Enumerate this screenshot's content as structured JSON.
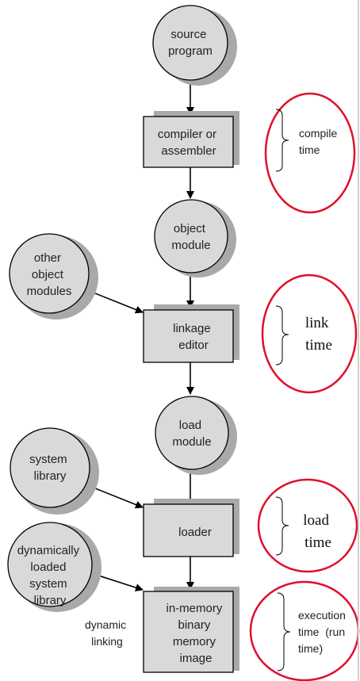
{
  "colors": {
    "node_fill": "#d9d9d9",
    "node_shadow": "#a9a9a9",
    "stroke": "#000000",
    "highlight": "#e0102a"
  },
  "nodes": {
    "source_program": [
      "source",
      "program"
    ],
    "compiler": [
      "compiler or",
      "assembler"
    ],
    "object_module": [
      "object",
      "module"
    ],
    "other_object_modules": [
      "other",
      "object",
      "modules"
    ],
    "linkage_editor": [
      "linkage",
      "editor"
    ],
    "load_module": [
      "load",
      "module"
    ],
    "system_library": [
      "system",
      "library"
    ],
    "loader": [
      "loader"
    ],
    "dyn_loaded_library": [
      "dynamically",
      "loaded",
      "system",
      "library"
    ],
    "in_memory_image": [
      "in-memory",
      "binary",
      "memory",
      "image"
    ]
  },
  "annotations": {
    "dynamic_linking": [
      "dynamic",
      "linking"
    ]
  },
  "phases": {
    "compile": [
      "compile",
      "time"
    ],
    "link": [
      "link",
      "time"
    ],
    "load": [
      "load",
      "time"
    ],
    "execution": [
      "execution",
      "time  (run",
      "time)"
    ]
  }
}
